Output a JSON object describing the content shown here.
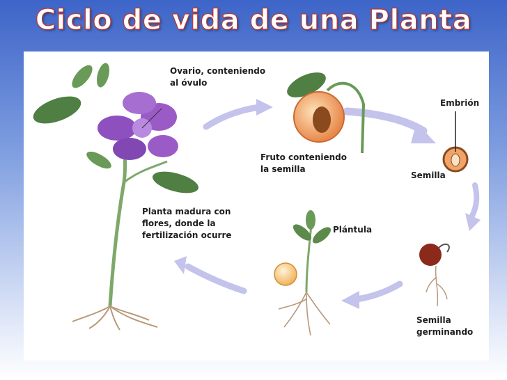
{
  "title": "Ciclo de vida de una Planta",
  "labels": {
    "ovario_line1": "Ovario, conteniendo",
    "ovario_line2": "al óvulo",
    "fruto_line1": "Fruto conteniendo",
    "fruto_line2": "la semilla",
    "embrion": "Embrión",
    "semilla": "Semilla",
    "plantula": "Plántula",
    "germinando_line1": "Semilla",
    "germinando_line2": "germinando",
    "planta_line1": "Planta madura con",
    "planta_line2": "flores, donde la",
    "planta_line3": "fertilización ocurre"
  },
  "colors": {
    "arrow": "#c3c3ec",
    "petal": "#9b5bc7",
    "leaf": "#5b8a4a",
    "fruit": "#f0a46a",
    "seed": "#8b4a1e",
    "root": "#b89a7a"
  }
}
